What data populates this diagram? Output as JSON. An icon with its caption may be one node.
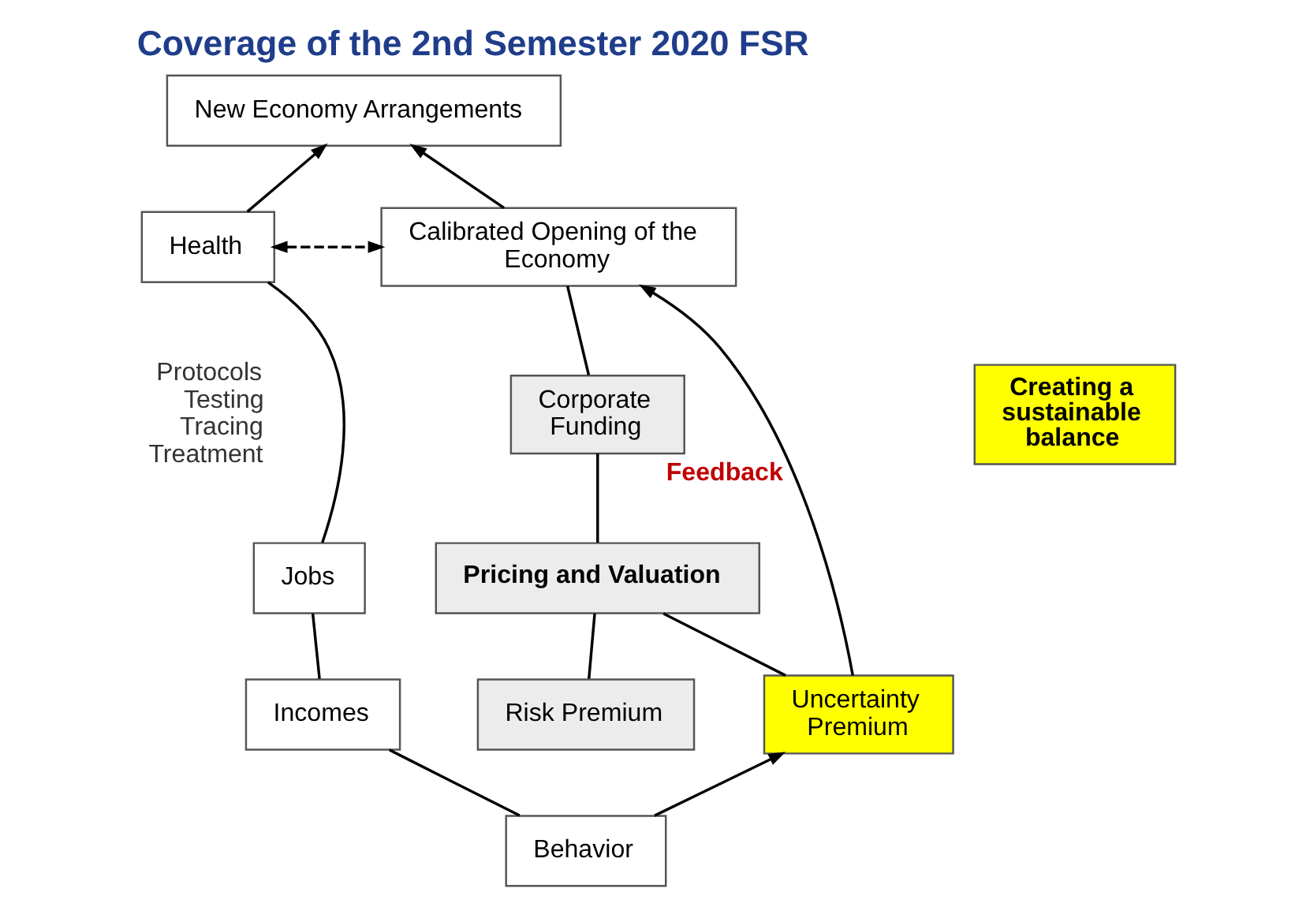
{
  "diagram": {
    "title": "Coverage of the 2nd Semester 2020 FSR",
    "nodes": [
      {
        "text": [
          "New Economy Arrangements"
        ]
      },
      {
        "text": [
          "Health"
        ],
        "beside": [
          "Protocols",
          "Testing",
          "Tracing",
          "Treatment"
        ]
      },
      {
        "text": [
          "Calibrated Opening of the Economy"
        ]
      },
      {
        "text": [
          "Creating a sustainable balance"
        ]
      },
      {
        "text": [
          "Jobs"
        ]
      },
      {
        "text": [
          "Incomes"
        ]
      },
      {
        "text": [
          "Corporate Funding"
        ]
      },
      {
        "text": [
          "Pricing and Valuation"
        ]
      },
      {
        "text": [
          "Risk Premium"
        ]
      },
      {
        "text": [
          "Uncertainty Premium"
        ]
      },
      {
        "text": [
          "Behavior"
        ]
      }
    ],
    "edges": [
      {
        "from": 1,
        "to": 0,
        "arrow": "to"
      },
      {
        "from": 2,
        "to": 0,
        "arrow": "to"
      },
      {
        "from": 1,
        "to": 2,
        "arrow": "both",
        "style": "dashed"
      },
      {
        "from": 1,
        "to": 4,
        "arrow": "none"
      },
      {
        "from": 4,
        "to": 5,
        "arrow": "none"
      },
      {
        "from": 5,
        "to": 10,
        "arrow": "none"
      },
      {
        "from": 10,
        "to": 9,
        "arrow": "to"
      },
      {
        "from": 2,
        "to": 6,
        "arrow": "none"
      },
      {
        "from": 6,
        "to": 7,
        "arrow": "none"
      },
      {
        "from": 7,
        "to": 8,
        "arrow": "none"
      },
      {
        "from": 7,
        "to": 9,
        "arrow": "none"
      },
      {
        "from": 9,
        "to": 2,
        "arrow": "to",
        "label": "Feedback"
      }
    ]
  }
}
